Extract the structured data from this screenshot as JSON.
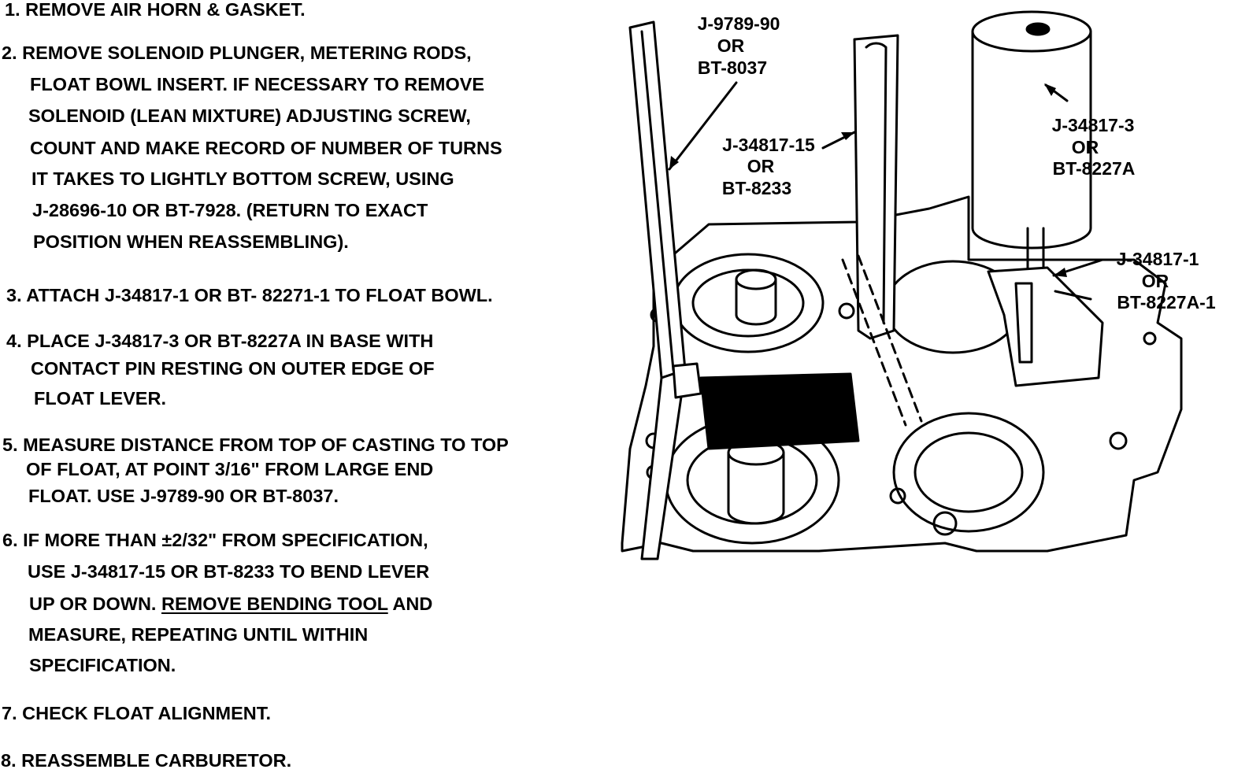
{
  "steps": [
    {
      "number": "1.",
      "lines": [
        "REMOVE AIR HORN & GASKET."
      ]
    },
    {
      "number": "2.",
      "lines": [
        "REMOVE SOLENOID PLUNGER, METERING RODS,",
        "FLOAT BOWL INSERT. IF NECESSARY TO REMOVE",
        "SOLENOID (LEAN MIXTURE) ADJUSTING SCREW,",
        "COUNT AND MAKE RECORD OF NUMBER OF TURNS",
        "IT TAKES TO LIGHTLY BOTTOM SCREW, USING",
        "J-28696-10 OR BT-7928. (RETURN TO EXACT",
        "POSITION WHEN REASSEMBLING)."
      ]
    },
    {
      "number": "3.",
      "lines": [
        "ATTACH J-34817-1 OR BT- 82271-1 TO FLOAT BOWL."
      ]
    },
    {
      "number": "4.",
      "lines": [
        "PLACE J-34817-3 OR BT-8227A IN BASE WITH",
        "CONTACT PIN RESTING ON OUTER EDGE OF",
        "FLOAT LEVER."
      ]
    },
    {
      "number": "5.",
      "lines": [
        "MEASURE DISTANCE FROM TOP OF CASTING TO TOP",
        "OF FLOAT, AT POINT 3/16\" FROM LARGE END",
        "FLOAT. USE J-9789-90 OR BT-8037."
      ]
    },
    {
      "number": "6.",
      "lines": [
        "IF MORE THAN ±2/32\" FROM SPECIFICATION,",
        "USE J-34817-15 OR BT-8233 TO BEND LEVER",
        "UP OR DOWN.",
        "MEASURE, REPEATING UNTIL WITHIN",
        "SPECIFICATION."
      ],
      "underlined": "REMOVE BENDING TOOL",
      "after_underline": "AND"
    },
    {
      "number": "7.",
      "lines": [
        "CHECK FLOAT ALIGNMENT."
      ]
    },
    {
      "number": "8.",
      "lines": [
        "REASSEMBLE CARBURETOR."
      ]
    }
  ],
  "callouts": {
    "gauge": {
      "part": "J-9789-90",
      "or": "OR",
      "alt": "BT-8037"
    },
    "bender": {
      "part": "J-34817-15",
      "or": "OR",
      "alt": "BT-8233"
    },
    "weight": {
      "part": "J-34817-3",
      "or": "OR",
      "alt": "BT-8227A"
    },
    "fixture": {
      "part": "J-34817-1",
      "or": "OR",
      "alt": "BT-8227A-1"
    }
  }
}
